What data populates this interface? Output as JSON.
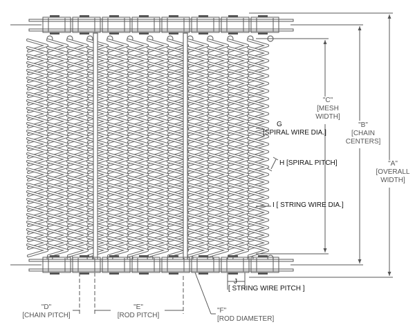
{
  "diagram": {
    "title": "Wire mesh conveyor belt dimensions",
    "labels": {
      "c_code": "\"C\"",
      "c_name1": "[MESH",
      "c_name2": "WIDTH]",
      "b_code": "\"B\"",
      "b_name1": "[CHAIN",
      "b_name2": "CENTERS]",
      "a_code": "\"A\"",
      "a_name1": "[OVERALL",
      "a_name2": "WIDTH]",
      "g_code": "G",
      "g_name": "[SPIRAL WIRE DIA.]",
      "h": "H [SPIRAL PITCH]",
      "i": "I [ STRING WIRE DIA.]",
      "j_code": "J",
      "j_name": "[ STRING WIRE PITCH ]",
      "d_code": "\"D\"",
      "d_name": "[CHAIN PITCH]",
      "e_code": "\"E\"",
      "e_name": "[ROD PITCH]",
      "f_code": "\"F\"",
      "f_name": "[ROD DIAMETER]"
    },
    "colors": {
      "line": "#555555",
      "mesh": "#6b6b6b",
      "text": "#555555",
      "text_dark": "#111111"
    }
  }
}
